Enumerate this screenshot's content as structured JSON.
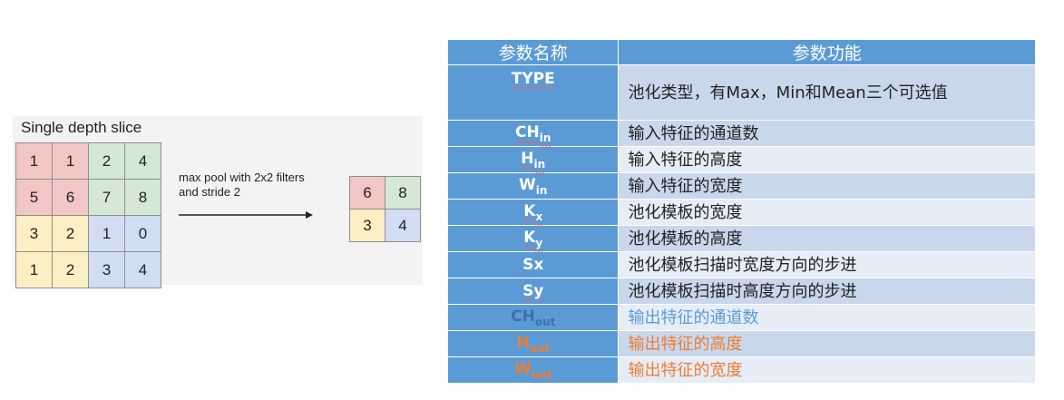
{
  "diagram": {
    "title": "Single depth slice",
    "input_grid": [
      [
        "1",
        "1",
        "2",
        "4"
      ],
      [
        "5",
        "6",
        "7",
        "8"
      ],
      [
        "3",
        "2",
        "1",
        "0"
      ],
      [
        "1",
        "2",
        "3",
        "4"
      ]
    ],
    "caption_line1": "max pool with 2x2 filters",
    "caption_line2": "and stride 2",
    "output_grid": [
      [
        "6",
        "8"
      ],
      [
        "3",
        "4"
      ]
    ],
    "quadrant_colors": {
      "top_left": "#f1c6c4",
      "top_right": "#d5e8d4",
      "bottom_left": "#fcefc4",
      "bottom_right": "#d0ddf4"
    }
  },
  "table": {
    "headers": [
      "参数名称",
      "参数功能"
    ],
    "header_color": "#5b9bd5",
    "rows": [
      {
        "name": "TYPE",
        "sub": "",
        "desc": "池化类型，有Max，Min和Mean三个可选值"
      },
      {
        "name": "CH",
        "sub": "in",
        "desc": "输入特征的通道数"
      },
      {
        "name": "H",
        "sub": "in",
        "desc": "输入特征的高度"
      },
      {
        "name": "W",
        "sub": "in",
        "desc": "输入特征的宽度"
      },
      {
        "name": "K",
        "sub": "x",
        "desc": "池化模板的宽度"
      },
      {
        "name": "K",
        "sub": "y",
        "desc": "池化模板的高度"
      },
      {
        "name": "Sx",
        "sub": "",
        "desc": "池化模板扫描时宽度方向的步进"
      },
      {
        "name": "Sy",
        "sub": "",
        "desc": "池化模板扫描时高度方向的步进"
      },
      {
        "name": "CH",
        "sub": "out",
        "desc": "输出特征的通道数"
      },
      {
        "name": "H",
        "sub": "out",
        "desc": "输出特征的高度"
      },
      {
        "name": "W",
        "sub": "out",
        "desc": "输出特征的宽度"
      }
    ],
    "output_colors": {
      "channels": "#5b9bd5",
      "height_width": "#ed7d31"
    }
  }
}
